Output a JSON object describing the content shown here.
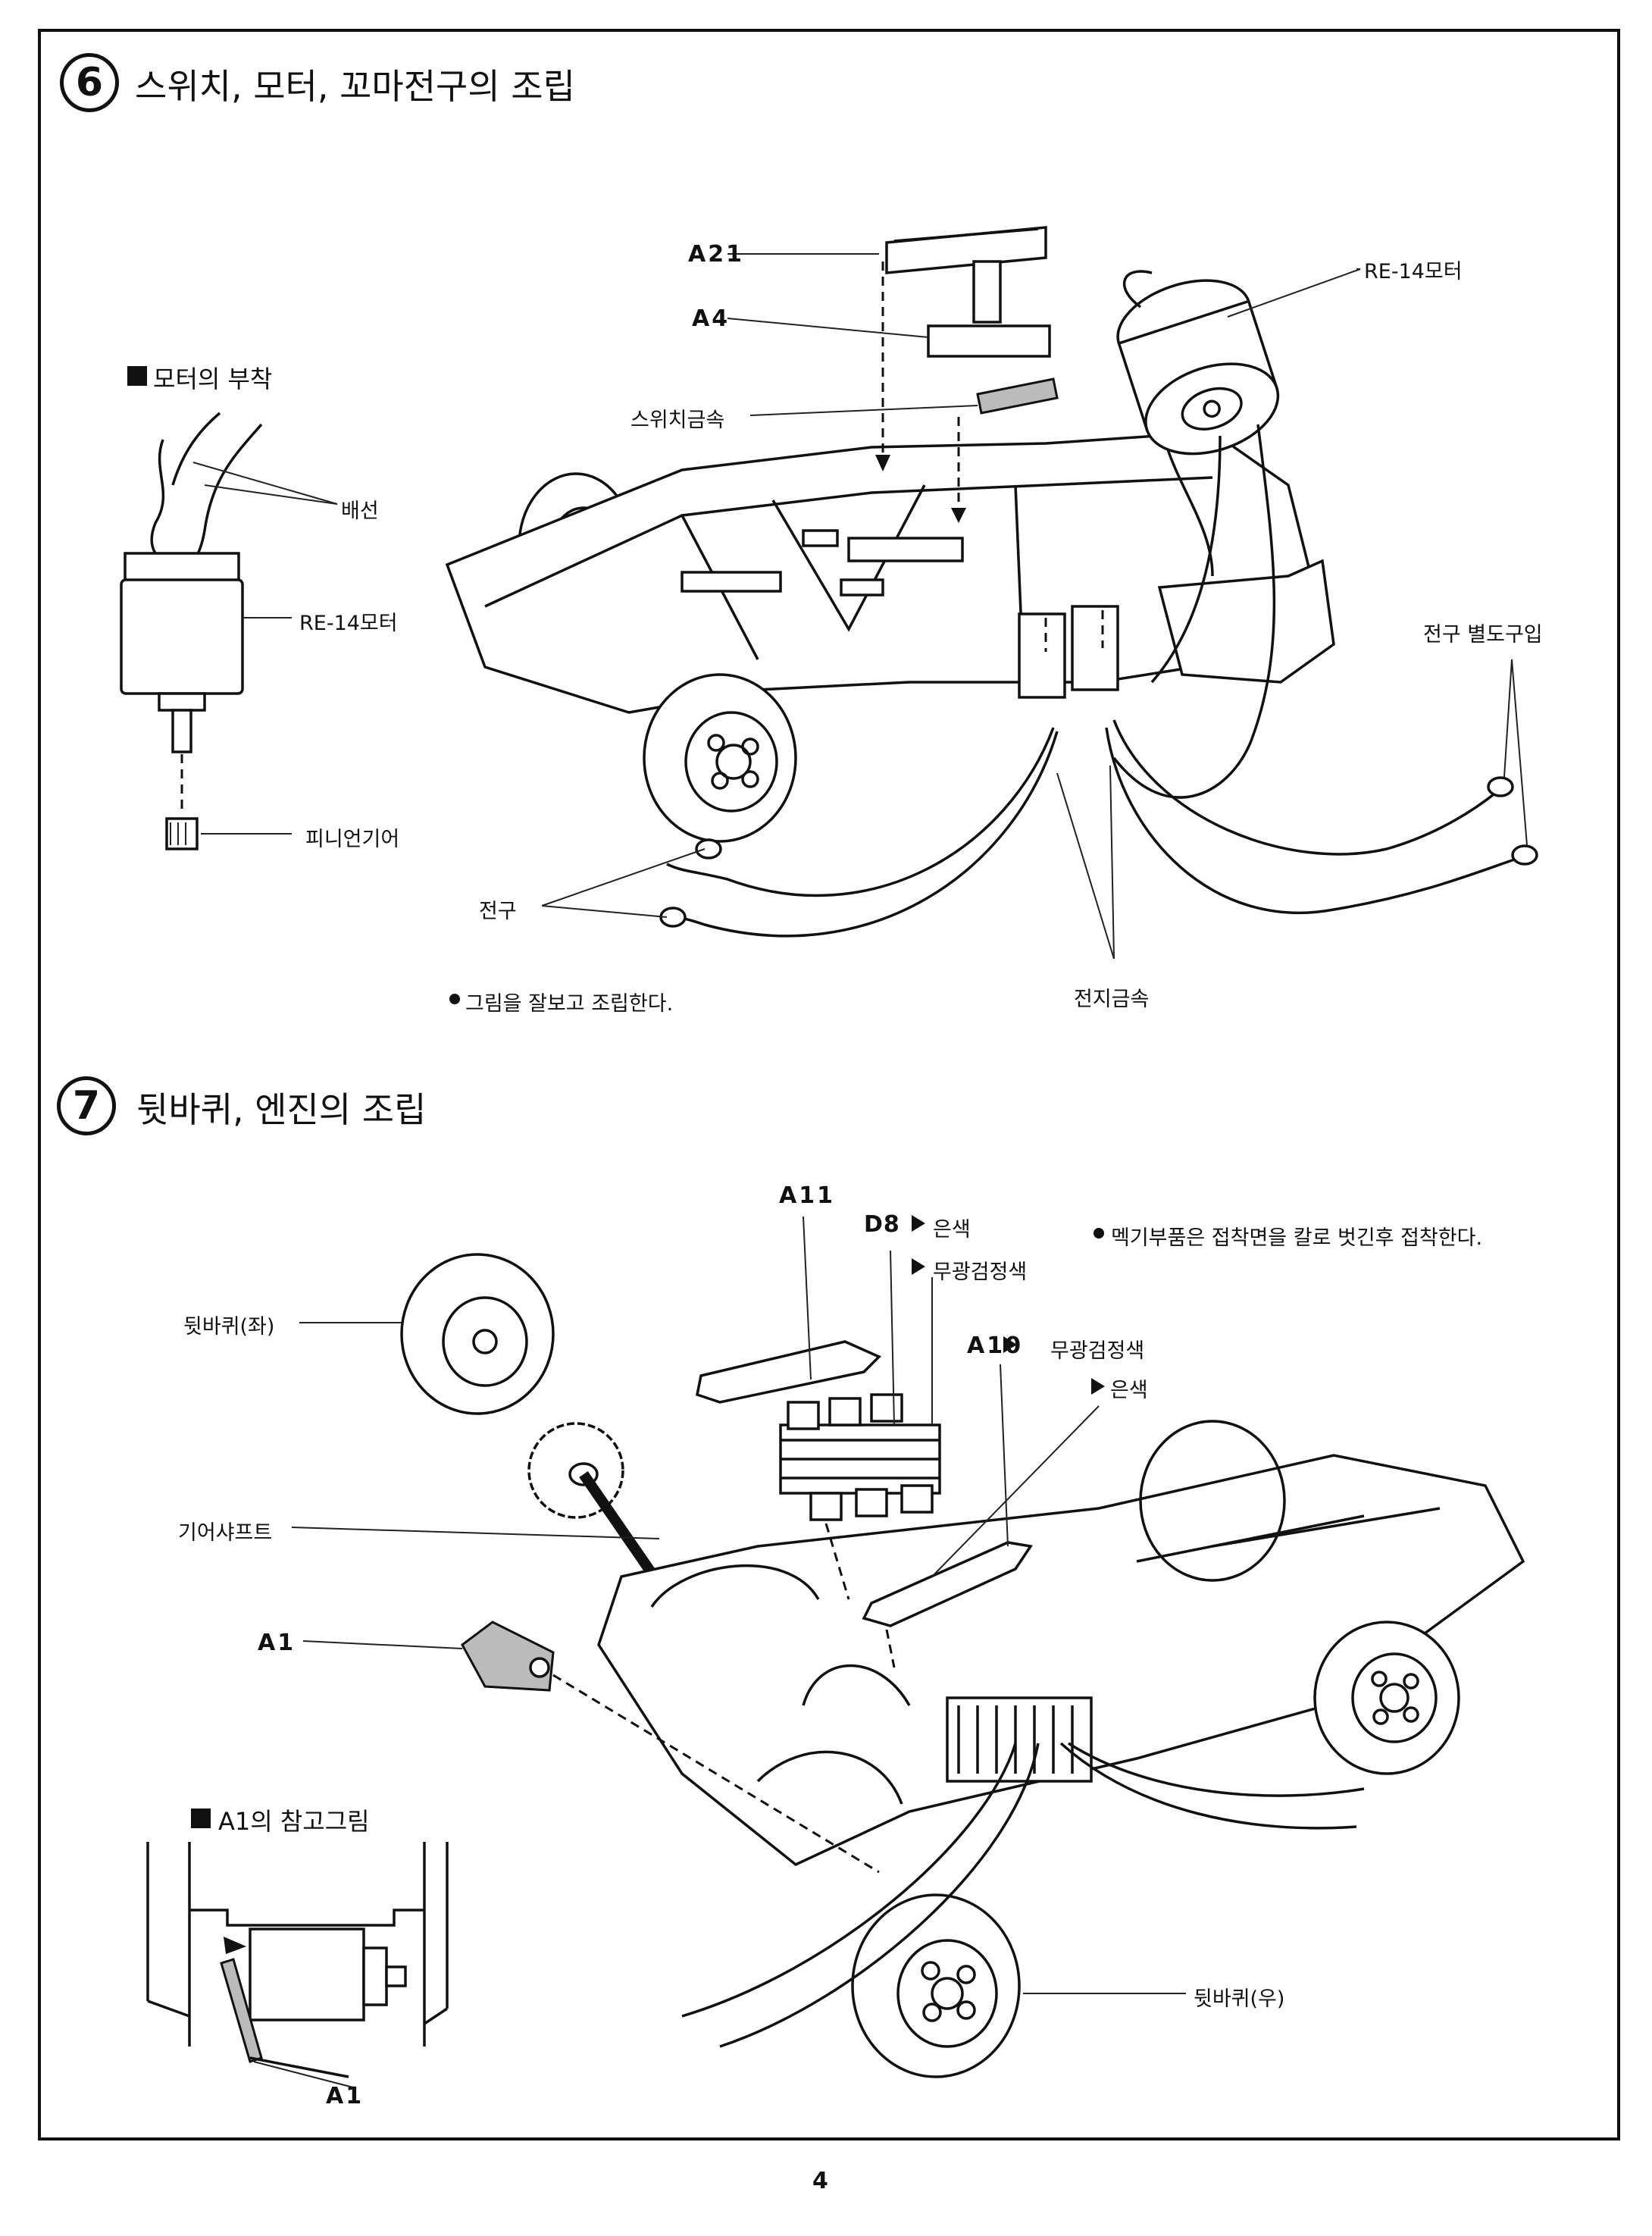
{
  "step6": {
    "number": "6",
    "title": "스위치, 모터, 꼬마전구의 조립",
    "sub_title": "모터의 부착",
    "labels": {
      "a21": "A21",
      "a4": "A4",
      "switch_metal": "스위치금속",
      "motor_main": "RE-14모터",
      "wire": "배선",
      "motor_sub": "RE-14모터",
      "pinion": "피니언기어",
      "bulb_sold": "전구 별도구입",
      "bulb": "전구",
      "battery_metal": "전지금속",
      "note": "그림을 잘보고 조립한다."
    }
  },
  "step7": {
    "number": "7",
    "title": "뒷바퀴, 엔진의 조립",
    "labels": {
      "a11": "A11",
      "d8": "D8",
      "d8_silver": "은색",
      "d8_black": "무광검정색",
      "note": "멕기부품은 접착면을 칼로 벗긴후 접착한다.",
      "a10": "A10",
      "a10_black": "무광검정색",
      "a10_silver": "은색",
      "wheel_left": "뒷바퀴(좌)",
      "gear_shaft": "기어샤프트",
      "a1": "A1",
      "ref_title": "A1의 참고그림",
      "ref_a1": "A1",
      "wheel_right": "뒷바퀴(우)"
    }
  },
  "page_number": "4"
}
